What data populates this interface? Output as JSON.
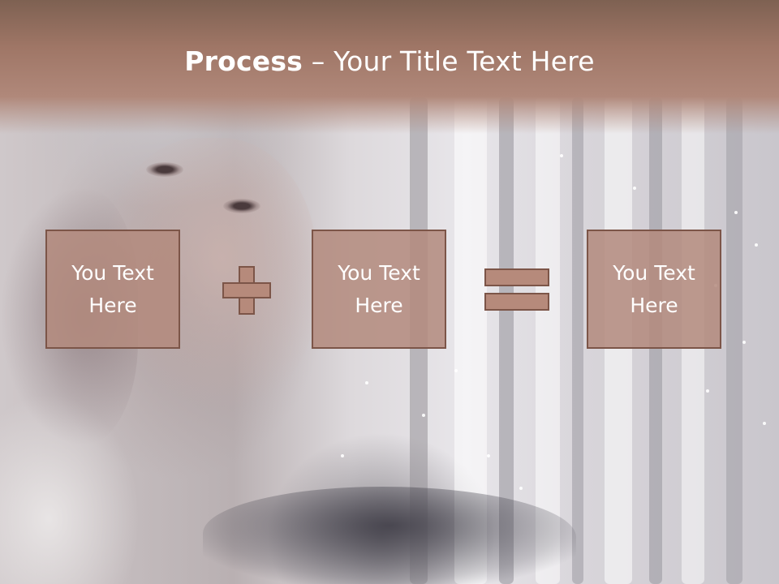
{
  "slide": {
    "title_bold": "Process",
    "title_rest": " – Your Title Text Here",
    "boxes": [
      {
        "text": "You Text Here"
      },
      {
        "text": "You Text Here"
      },
      {
        "text": "You Text Here"
      }
    ],
    "operators": [
      "plus-icon",
      "equals-icon"
    ],
    "colors": {
      "header": "#a57b6b",
      "box_fill": "#b38a7c",
      "box_border": "#7c5548",
      "title_text": "#ffffff"
    }
  }
}
